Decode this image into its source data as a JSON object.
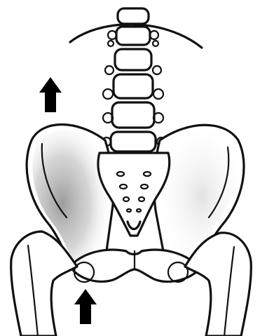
{
  "figure": {
    "subject": "pelvis-and-lumbar-spine-anterior-view",
    "arrows": [
      {
        "label": "",
        "direction": "up",
        "side": "left-upper"
      },
      {
        "label": "",
        "direction": "up",
        "side": "left-lower"
      }
    ],
    "colors": {
      "ink": "#111111",
      "shade": "#8a8a8a",
      "background": "#ffffff"
    }
  }
}
